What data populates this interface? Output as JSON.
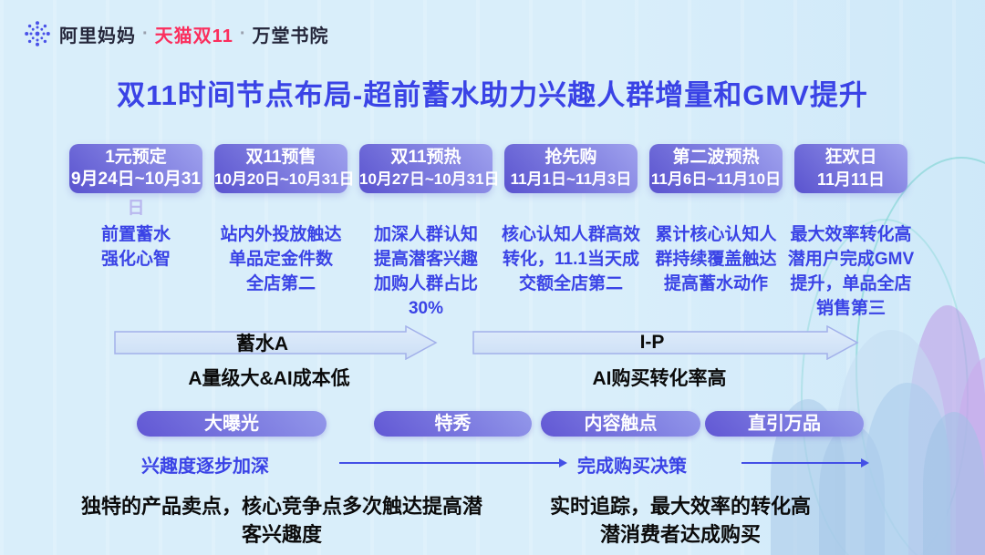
{
  "logo": {
    "brand": "阿里妈妈",
    "separator": "·",
    "campaign": "天猫双11",
    "academy": "万堂书院"
  },
  "title": "双11时间节点布局-超前蓄水助力兴趣人群增量和GMV提升",
  "stages": [
    {
      "name": "1元预定",
      "dates": "9月24日~10月31",
      "dates_overflow": "日",
      "desc": "前置蓄水\n强化心智"
    },
    {
      "name": "双11预售",
      "dates": "10月20日~10月31日",
      "desc": "站内外投放触达\n单品定金件数\n全店第二"
    },
    {
      "name": "双11预热",
      "dates": "10月27日~10月31日",
      "desc": "加深人群认知\n提高潜客兴趣\n加购人群占比\n30%"
    },
    {
      "name": "抢先购",
      "dates": "11月1日~11月3日",
      "desc": "核心认知人群高效\n转化，11.1当天成\n交额全店第二"
    },
    {
      "name": "第二波预热",
      "dates": "11月6日~11月10日",
      "desc": "累计核心认知人\n群持续覆盖触达\n提高蓄水动作"
    },
    {
      "name": "狂欢日",
      "dates": "11月11日",
      "desc": "最大效率转化高\n潜用户完成GMV\n提升，单品全店\n销售第三"
    }
  ],
  "phase_arrows": [
    {
      "label": "蓄水A",
      "sublabel": "A量级大&AI成本低"
    },
    {
      "label": "I-P",
      "sublabel": "AI购买转化率高"
    }
  ],
  "pills": [
    {
      "label": "大曝光"
    },
    {
      "label": "特秀"
    },
    {
      "label": "内容触点"
    },
    {
      "label": "直引万品"
    }
  ],
  "flow": [
    {
      "label": "兴趣度逐步加深"
    },
    {
      "label": "完成购买决策"
    }
  ],
  "footnotes": [
    {
      "text": "独特的产品卖点，核心竞争点多次触达提高潜客兴趣度"
    },
    {
      "text": "实时追踪，最大效率的转化高潜消费者达成购买"
    }
  ],
  "colors": {
    "accent_blue": "#3a43e6",
    "campaign_red": "#fb2e5d",
    "box_gradient_start": "#5a53cf",
    "box_gradient_end": "#9fa2ee",
    "background": "#d9eefa"
  }
}
